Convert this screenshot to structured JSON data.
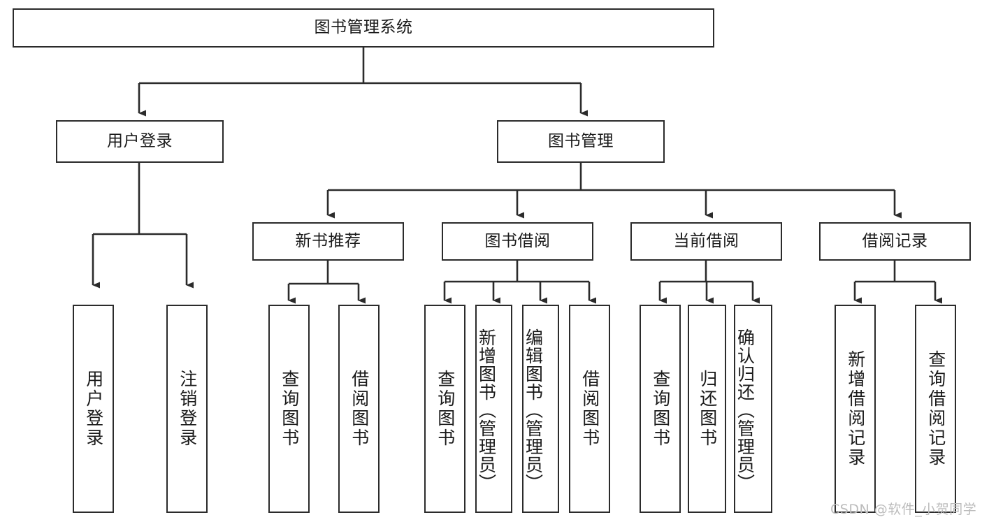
{
  "diagram": {
    "type": "tree",
    "title": "图书管理系统",
    "orientation": "top-down",
    "theme": {
      "box_border": "#2b2b2b",
      "box_fill": "#ffffff",
      "text": "#1a1a1a",
      "connector": "#2b2b2b",
      "background": "#ffffff",
      "watermark": "#bcbcbc"
    },
    "nodes": {
      "root": {
        "label": "图书管理系统"
      },
      "level2": [
        {
          "label": "用户登录"
        },
        {
          "label": "图书管理"
        }
      ],
      "level3": [
        {
          "label": "新书推荐"
        },
        {
          "label": "图书借阅"
        },
        {
          "label": "当前借阅"
        },
        {
          "label": "借阅记录"
        }
      ],
      "leaves_user_login": [
        {
          "label": "用户登录"
        },
        {
          "label": "注销登录"
        }
      ],
      "leaves_new_books": [
        {
          "label": "查询图书"
        },
        {
          "label": "借阅图书"
        }
      ],
      "leaves_borrow": [
        {
          "label": "查询图书"
        },
        {
          "label": "新增图书（管理员）"
        },
        {
          "label": "编辑图书（管理员）"
        },
        {
          "label": "借阅图书"
        }
      ],
      "leaves_current": [
        {
          "label": "查询图书"
        },
        {
          "label": "归还图书"
        },
        {
          "label": "确认归还（管理员）"
        }
      ],
      "leaves_records": [
        {
          "label": "新增借阅记录"
        },
        {
          "label": "查询借阅记录"
        }
      ]
    },
    "watermark": "CSDN @软件_小贺同学"
  }
}
